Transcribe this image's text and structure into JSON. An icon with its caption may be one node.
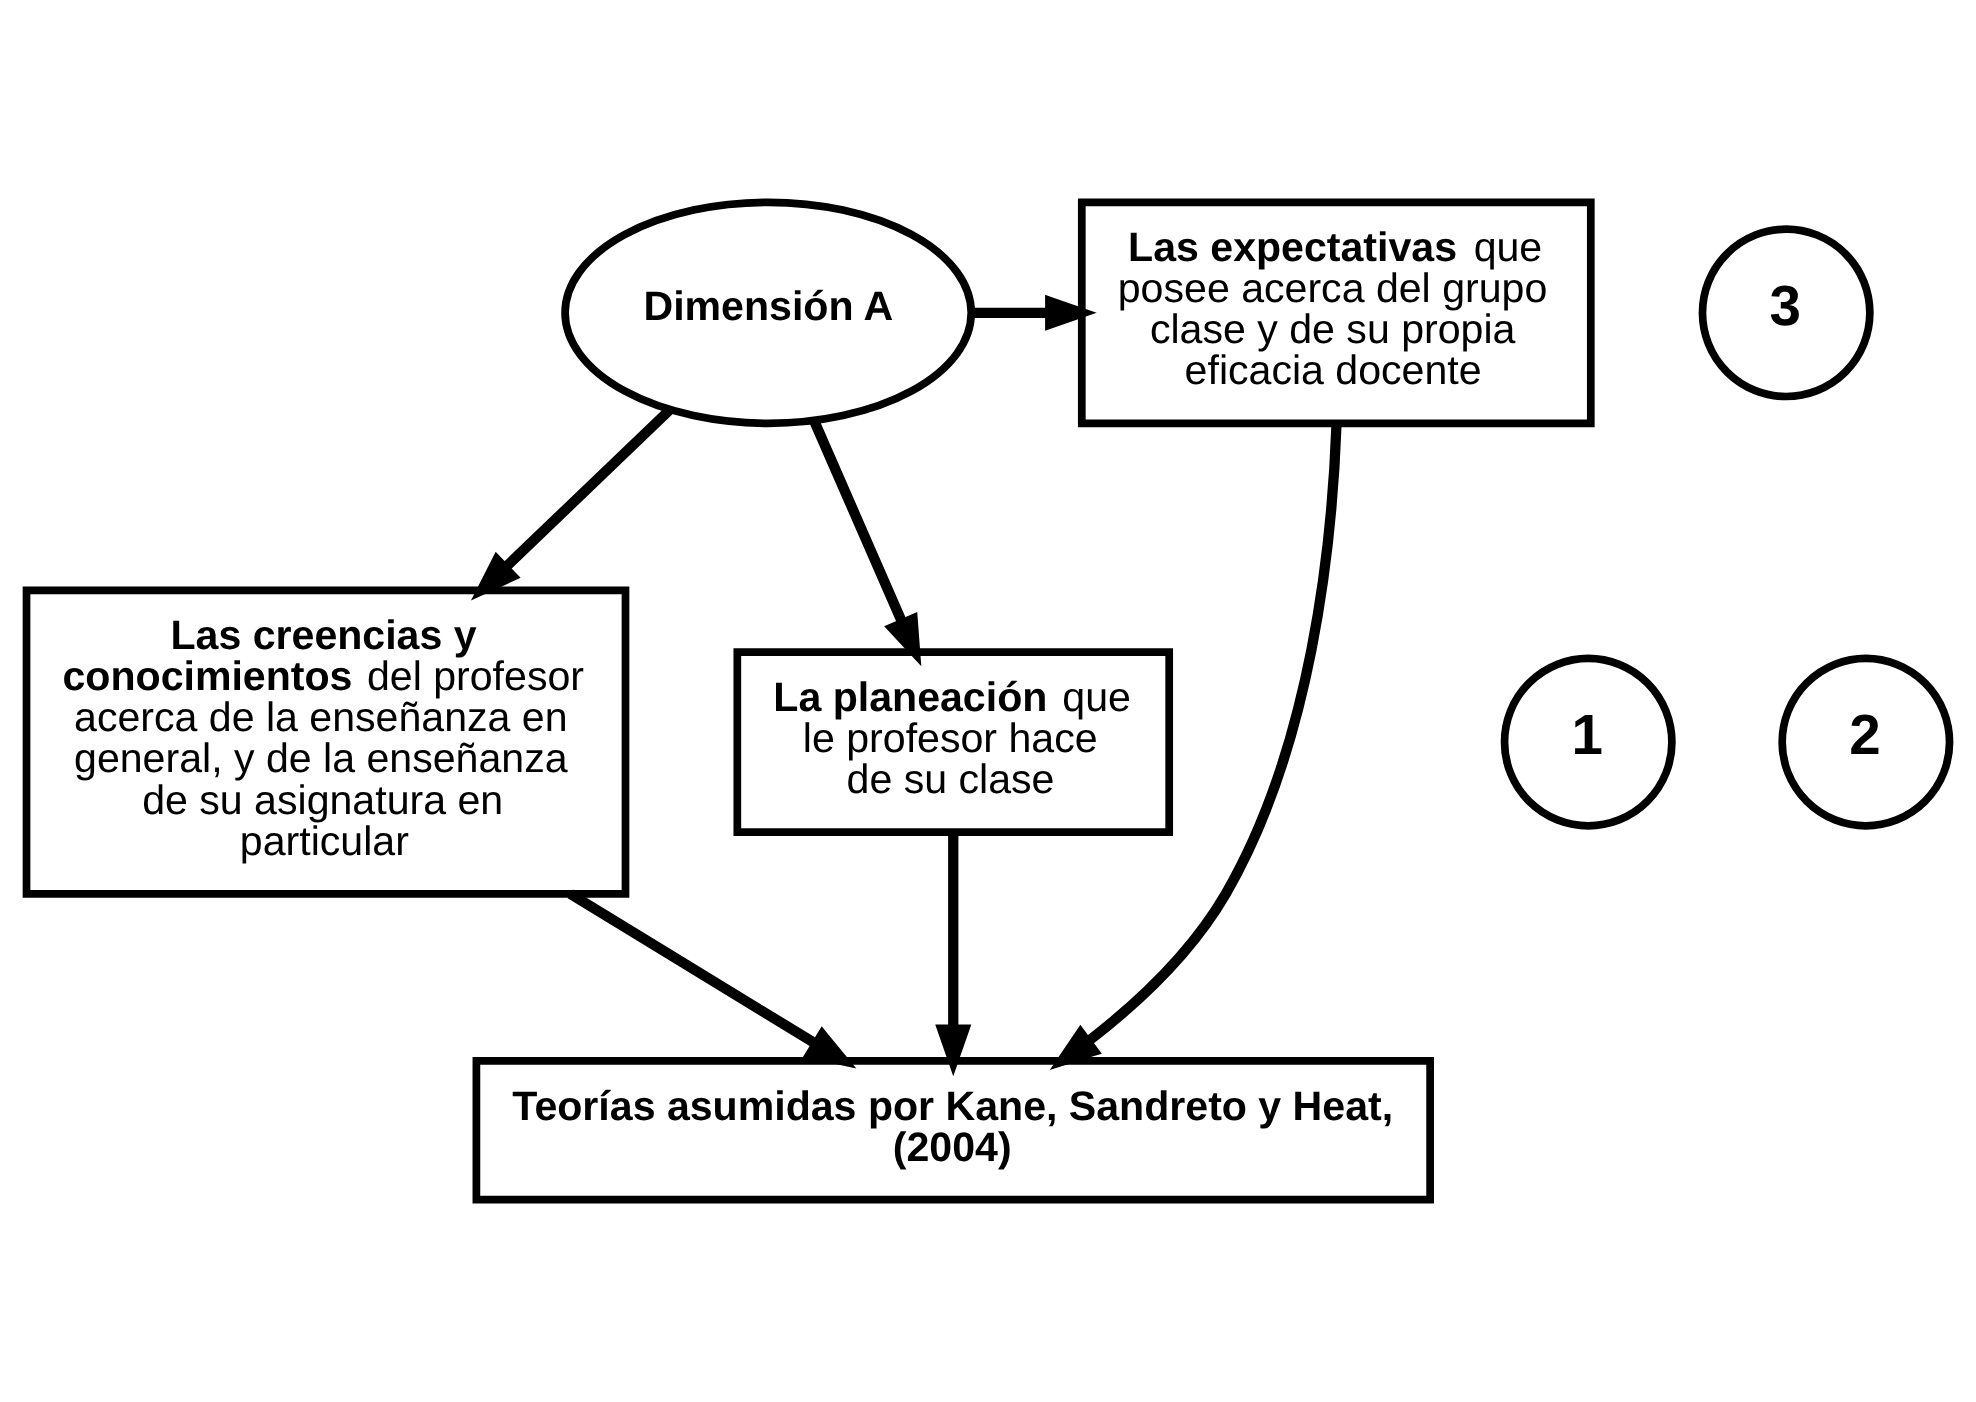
{
  "diagram": {
    "nodes": [
      {
        "text": [
          "Dimensión A"
        ]
      },
      {
        "text": [
          "1"
        ]
      },
      {
        "text": [
          "**Las creencias y conocimientos** del profesor acerca de la enseñanza en general, y de la enseñanza de su asignatura en particular"
        ]
      },
      {
        "text": [
          "2"
        ]
      },
      {
        "text": [
          "**La planeación** que le profesor hace de su clase"
        ]
      },
      {
        "text": [
          "3"
        ]
      },
      {
        "text": [
          "**Las expectativas** que posee acerca del grupo clase y de su propia eficacia docente"
        ]
      },
      {
        "text": [
          "Teorías asumidas por Kane, Sandreto y Heat, (2004)"
        ]
      }
    ],
    "edges": [
      {
        "from": 0,
        "to": 2,
        "arrow": "to"
      },
      {
        "from": 0,
        "to": 4,
        "arrow": "to"
      },
      {
        "from": 0,
        "to": 6,
        "arrow": "to"
      },
      {
        "from": 2,
        "to": 7,
        "arrow": "to"
      },
      {
        "from": 4,
        "to": 7,
        "arrow": "to"
      },
      {
        "from": 6,
        "to": 7,
        "arrow": "to"
      }
    ]
  }
}
